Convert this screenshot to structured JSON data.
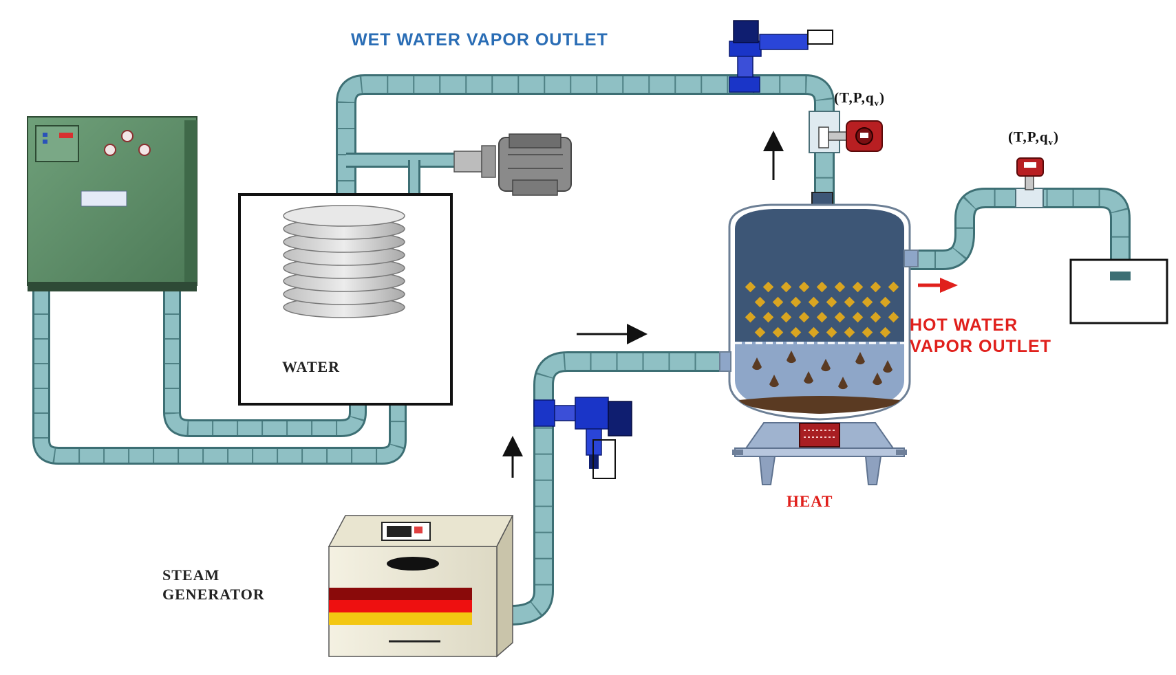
{
  "labels": {
    "wet_outlet": "WET WATER VAPOR OUTLET",
    "tpq_top": "(T,P,q",
    "tpq_right": "(T,P,q",
    "tpq_sub": "v",
    "tpq_close": ")",
    "hot_outlet_line1": "HOT WATER",
    "hot_outlet_line2": "VAPOR OUTLET",
    "water": "WATER",
    "heat": "HEAT",
    "steam_line1": "STEAM",
    "steam_line2": "GENERATOR"
  },
  "colors": {
    "pipe_fill": "#8fc0c4",
    "pipe_edge": "#3d6f74",
    "panel_green": "#5f8f6a",
    "valve_blue": "#1a35c8",
    "vessel_dark": "#3d5676",
    "vessel_light": "#8ea6c8",
    "particle_gold": "#d9a521",
    "sediment_brown": "#5a3a22",
    "label_blue": "#2a6db5",
    "label_red": "#e0201c",
    "arrow_red": "#e0201c"
  }
}
